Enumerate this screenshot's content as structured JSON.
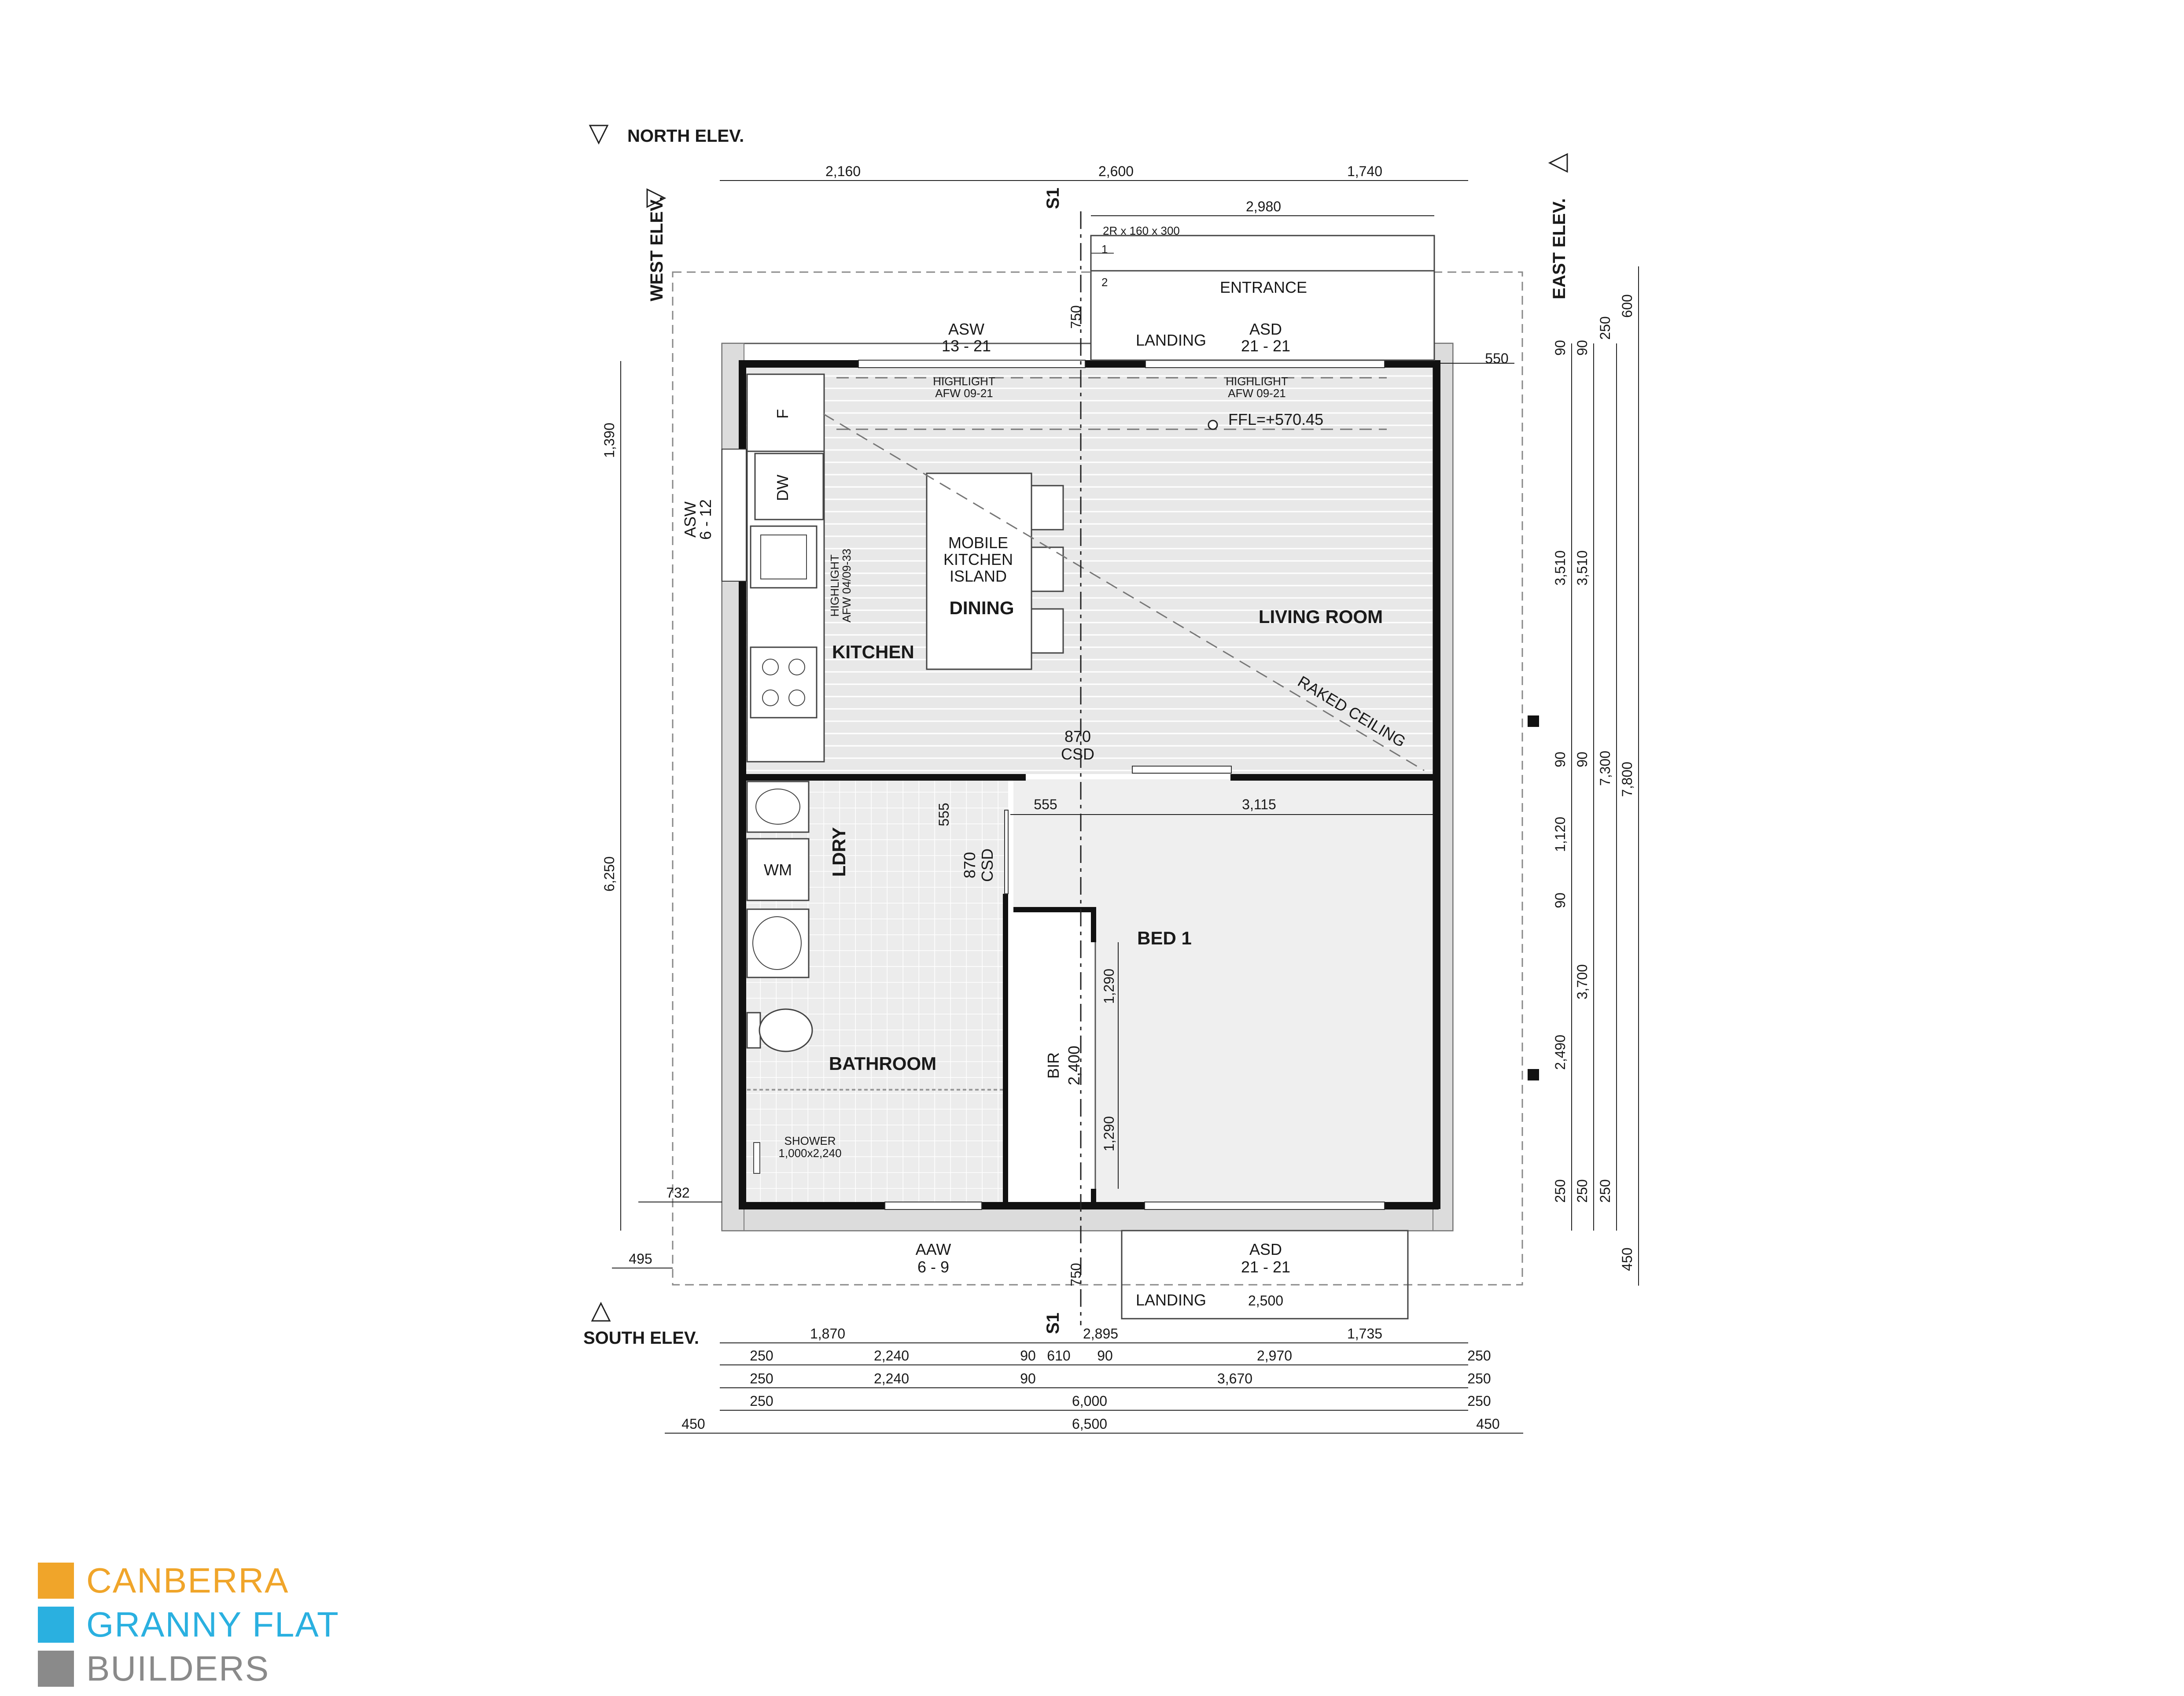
{
  "elevations": {
    "north": "NORTH ELEV.",
    "south": "SOUTH ELEV.",
    "east": "EAST ELEV.",
    "west": "WEST ELEV."
  },
  "section_marker": "S1",
  "rooms": {
    "living": "LIVING ROOM",
    "dining": "DINING",
    "kitchen": "KITCHEN",
    "island": [
      "MOBILE",
      "KITCHEN",
      "ISLAND"
    ],
    "laundry": "LDRY",
    "bathroom": "BATHROOM",
    "bed1": "BED 1",
    "landing": "LANDING",
    "entrance": "ENTRANCE"
  },
  "fixtures": {
    "fridge": "F",
    "dishwasher": "DW",
    "washing_machine": "WM",
    "shower": "SHOWER",
    "shower_size": "1,000x2,240"
  },
  "annotations": {
    "stair": "2R x 160 x 300",
    "stair_1": "1",
    "stair_2": "2",
    "ffl": "FFL=+570.45",
    "raked": "RAKED CEILING",
    "highlight": "HIGHLIGHT",
    "afw_0921": "AFW 09-21",
    "afw_0933": "AFW 04/09-33",
    "bir": "BIR",
    "bir_len": "2,400"
  },
  "openings": {
    "asw_13": [
      "ASW",
      "13 - 21"
    ],
    "asd_north": [
      "ASD",
      "21 - 21"
    ],
    "asw_6": [
      "ASW",
      "6 - 12"
    ],
    "csd_living": [
      "870",
      "CSD"
    ],
    "csd_ldry": [
      "870",
      "CSD"
    ],
    "aaw": [
      "AAW",
      "6 - 9"
    ],
    "asd_south": [
      "ASD",
      "21 - 21"
    ]
  },
  "dims_top": {
    "row1": [
      "2,160",
      "2,600",
      "1,740"
    ],
    "landing": "2,980"
  },
  "dims_bottom": {
    "row0": [
      "1,870",
      "2,895",
      "1,735"
    ],
    "row1": [
      "250",
      "2,240",
      "90",
      "610",
      "90",
      "2,970",
      "250"
    ],
    "row2": [
      "250",
      "2,240",
      "90",
      "3,670",
      "250"
    ],
    "row3": [
      "250",
      "6,000",
      "250"
    ],
    "row4": [
      "450",
      "6,500",
      "450"
    ],
    "landing": "2,500"
  },
  "dims_left": {
    "upper": "1,390",
    "lower": "6,250",
    "off_732": "732",
    "off_495": "495"
  },
  "dims_right": {
    "d550": "550",
    "c1": [
      "90",
      "3,510",
      "90",
      "1,120",
      "90",
      "2,490",
      "250"
    ],
    "c2": [
      "90",
      "3,510",
      "90",
      "3,700",
      "250"
    ],
    "c3": [
      "250",
      "7,300",
      "250"
    ],
    "c4": [
      "600",
      "7,800",
      "450"
    ]
  },
  "dims_inner": {
    "v750_top": "750",
    "v750_bottom": "750",
    "d555h": "555",
    "d3115": "3,115",
    "d555v": "555",
    "d1290a": "1,290",
    "d1290b": "1,290"
  },
  "logo": {
    "line1": "CANBERRA",
    "line2": "GRANNY FLAT",
    "line3": "BUILDERS",
    "color1": "#f0a52a",
    "color2": "#2ab0e0",
    "color3": "#8a8a8a"
  }
}
